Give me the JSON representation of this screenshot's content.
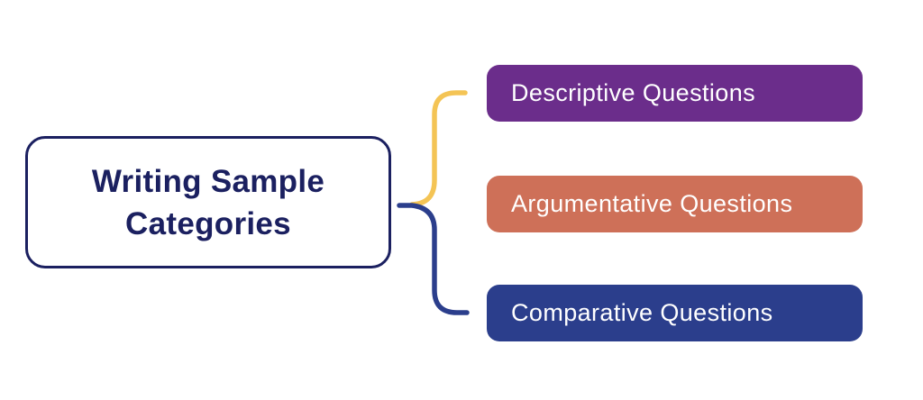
{
  "colors": {
    "background": "#FFFFFF",
    "navy": "#1B2060",
    "branch_text": "#FFFFFF"
  },
  "root_box": {
    "title_line1": "Writing Sample",
    "title_line2": "Categories"
  },
  "branches": [
    {
      "label": "Descriptive Questions",
      "color": "#6B2D8B"
    },
    {
      "label": "Argumentative Questions",
      "color": "#CE7058"
    },
    {
      "label": "Comparative Questions",
      "color": "#2B3E8C"
    }
  ],
  "connector": {
    "shape": "curly-brace",
    "top_color": "#F4C455",
    "bottom_color": "#2B3E8C"
  }
}
